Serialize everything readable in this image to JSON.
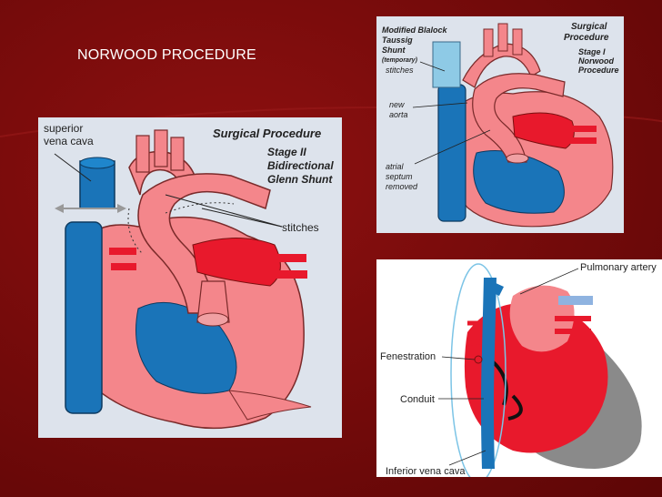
{
  "slide": {
    "title": "NORWOOD PROCEDURE",
    "colors": {
      "background": "#7a0a0a",
      "panel": "#dde3ec",
      "heart_pink": "#f4868b",
      "vessel_blue": "#1a74b8",
      "artery_red": "#e8192c"
    }
  },
  "panel_left": {
    "heading": "Surgical Procedure",
    "stage": [
      "Stage II",
      "Bidirectional",
      "Glenn Shunt"
    ],
    "label_svc": [
      "superior",
      "vena cava"
    ],
    "label_stitches": "stitches"
  },
  "panel_top_right": {
    "heading": [
      "Surgical",
      "Procedure"
    ],
    "stage": [
      "Stage I",
      "Norwood",
      "Procedure"
    ],
    "label_shunt": [
      "Modified Blalock",
      "Taussig",
      "Shunt"
    ],
    "label_temporary": "(temporary)",
    "label_stitches": "stitches",
    "label_aorta": [
      "new",
      "aorta"
    ],
    "label_septum": [
      "atrial",
      "septum",
      "removed"
    ]
  },
  "panel_bottom_right": {
    "label_pulmonary": "Pulmonary artery",
    "label_fenestration": "Fenestration",
    "label_conduit": "Conduit",
    "label_ivc": "Inferior vena cava"
  }
}
